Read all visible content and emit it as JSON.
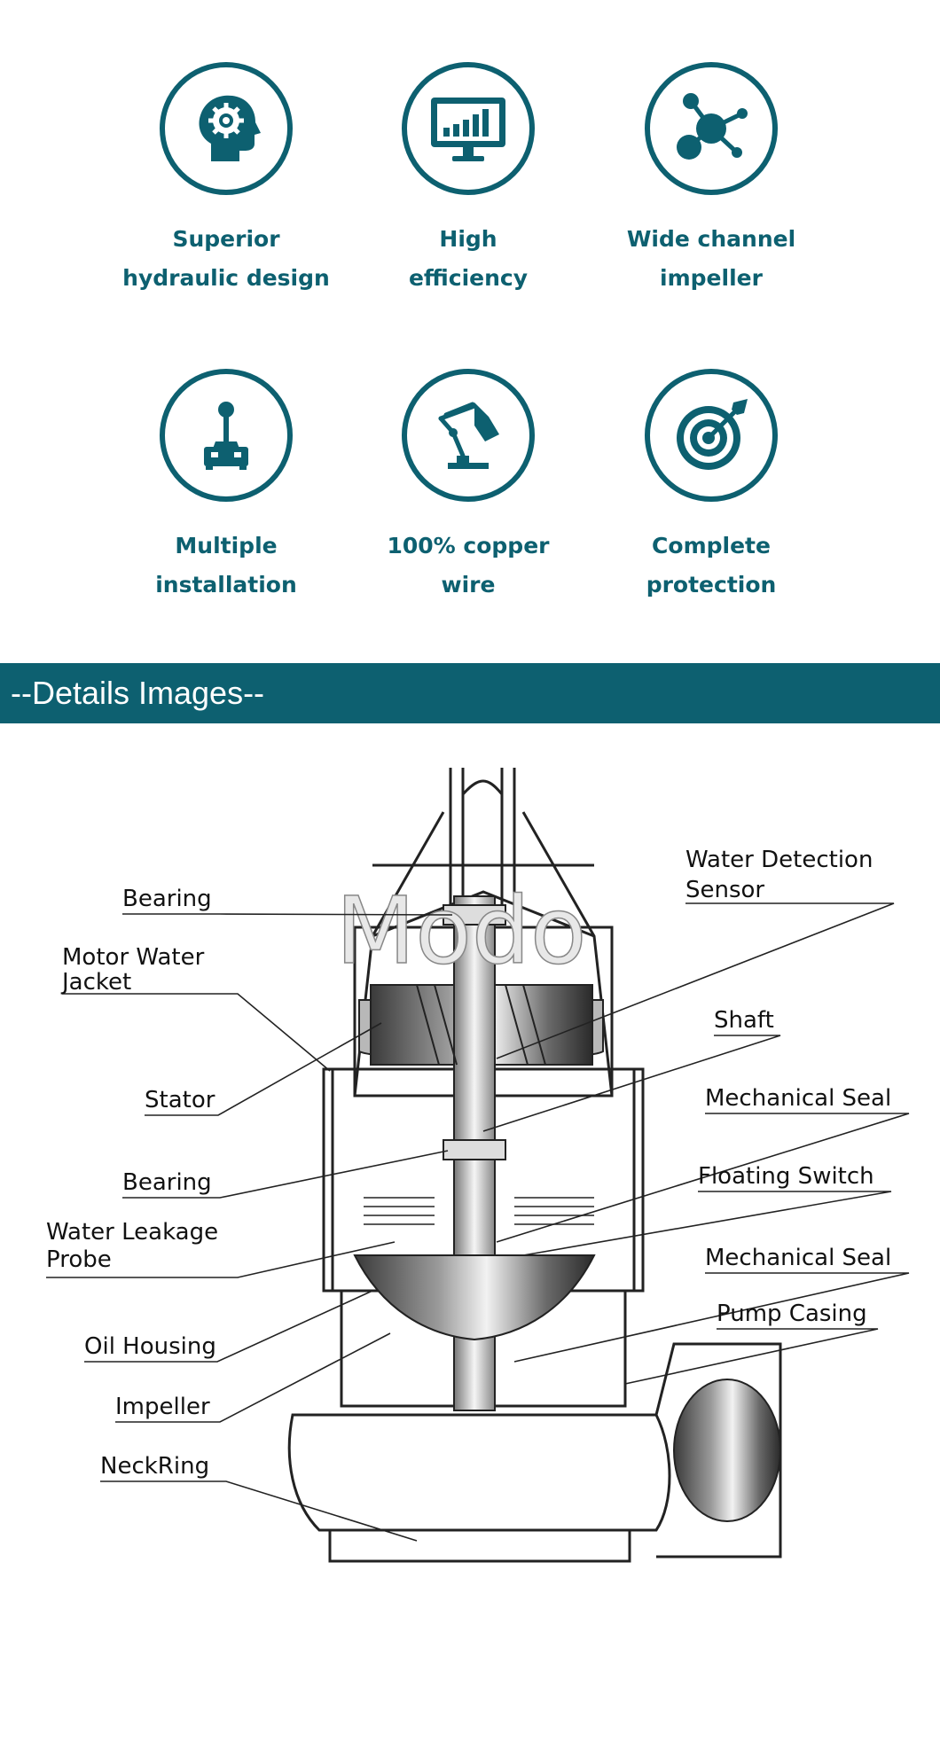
{
  "features": [
    {
      "id": "hydraulic",
      "icon": "head-gears-icon",
      "lines": [
        "Superior",
        "hydraulic design"
      ]
    },
    {
      "id": "efficiency",
      "icon": "monitor-chart-icon",
      "lines": [
        "High",
        "efficiency"
      ]
    },
    {
      "id": "impeller",
      "icon": "molecule-network-icon",
      "lines": [
        "Wide channel",
        "impeller"
      ]
    },
    {
      "id": "installation",
      "icon": "joystick-icon",
      "lines": [
        "Multiple",
        "installation"
      ]
    },
    {
      "id": "copper",
      "icon": "desk-lamp-icon",
      "lines": [
        "100% copper",
        "wire"
      ]
    },
    {
      "id": "protection",
      "icon": "target-arrow-icon",
      "lines": [
        "Complete",
        "protection"
      ]
    }
  ],
  "section_title": "--Details Images--",
  "diagram": {
    "watermark": "Modo",
    "labels_left": [
      "Bearing",
      "Motor Water",
      "Jacket",
      "Stator",
      "Bearing",
      "Water Leakage",
      "Probe",
      "Oil Housing",
      "Impeller",
      "NeckRing"
    ],
    "labels_right": [
      "Water Detection",
      "Sensor",
      "Shaft",
      "Mechanical Seal",
      "Floating Switch",
      "Mechanical Seal",
      "Pump Casing"
    ]
  },
  "colors": {
    "accent": "#0d6070",
    "banner_text": "#ffffff"
  }
}
